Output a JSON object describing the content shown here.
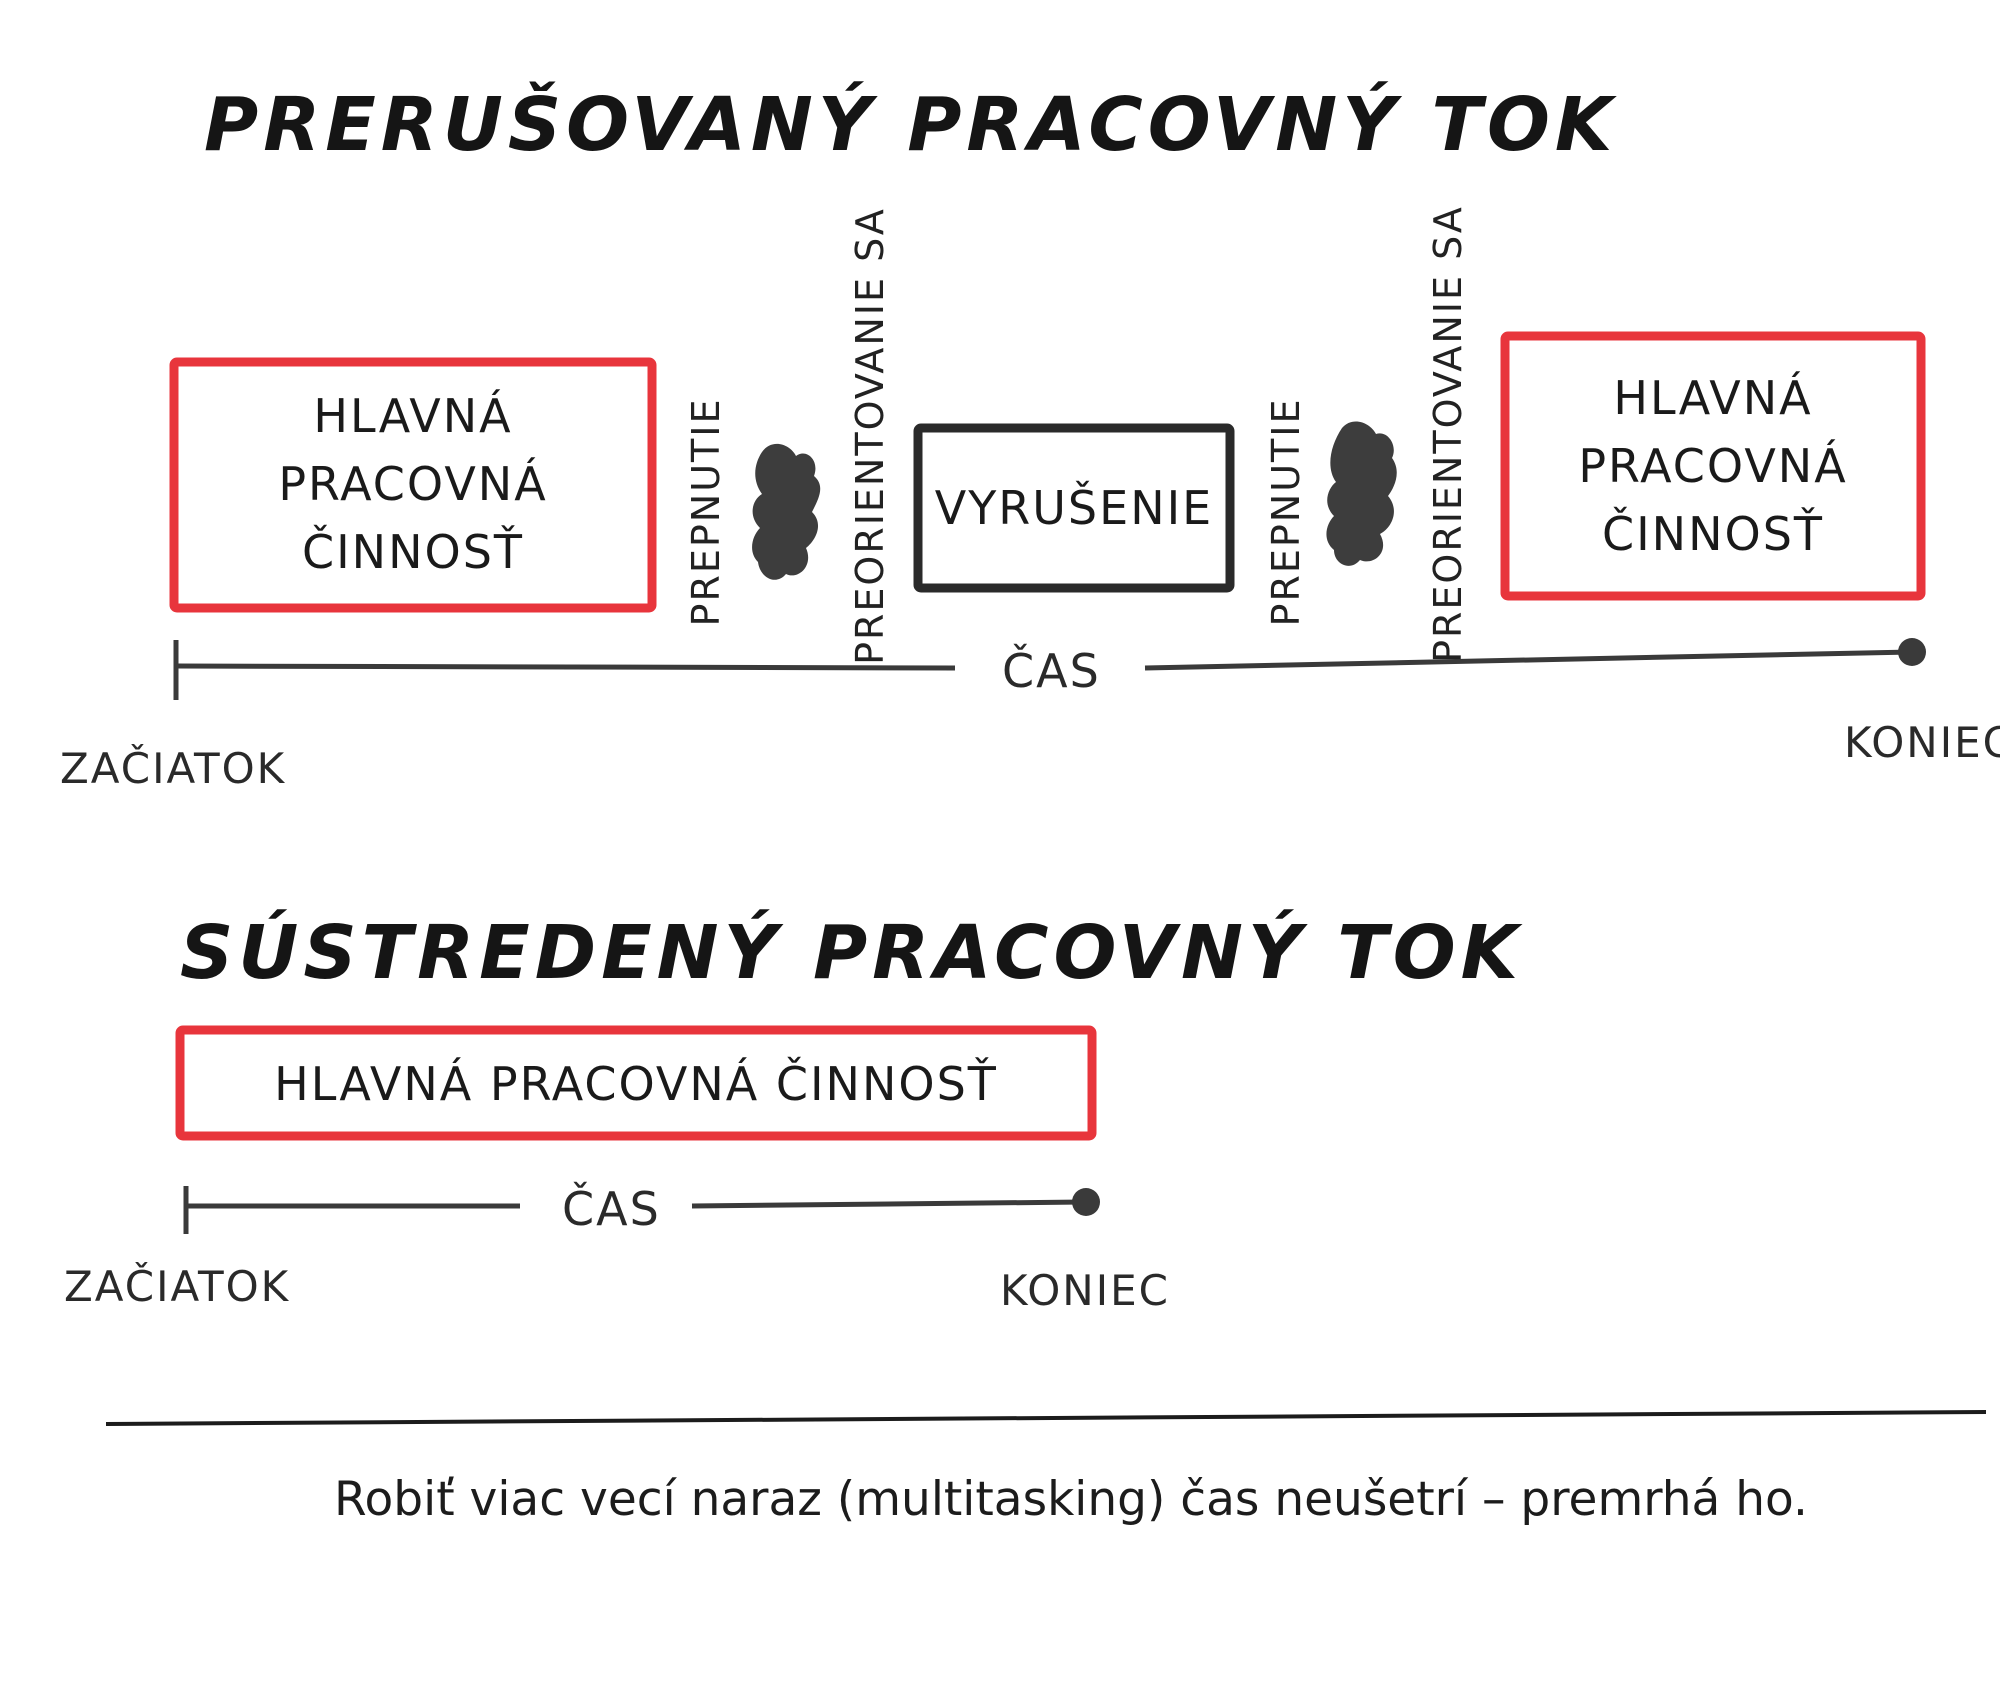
{
  "interrupted": {
    "title": "PRERUŠOVANÝ PRACOVNÝ TOK",
    "main_task_left": [
      "HLAVNÁ",
      "PRACOVNÁ",
      "ČINNOSŤ"
    ],
    "switch_1": "PREPNUTIE",
    "reorient_1": "PREORIENTOVANIE SA",
    "interruption": "VYRUŠENIE",
    "switch_2": "PREPNUTIE",
    "reorient_2": "PREORIENTOVANIE SA",
    "main_task_right": [
      "HLAVNÁ",
      "PRACOVNÁ",
      "ČINNOSŤ"
    ],
    "time_label": "ČAS",
    "start_label": "ZAČIATOK",
    "end_label": "KONIEC"
  },
  "focused": {
    "title": "SÚSTREDENÝ PRACOVNÝ TOK",
    "main_task": "HLAVNÁ PRACOVNÁ ČINNOSŤ",
    "time_label": "ČAS",
    "start_label": "ZAČIATOK",
    "end_label": "KONIEC"
  },
  "caption": "Robiť viac vecí naraz (multitasking) čas neušetrí – premrhá ho.",
  "colors": {
    "task_border": "#e8353c",
    "interruption_border": "#2a2a2a",
    "timeline": "#3a3a3a",
    "blob": "#3d3d3d"
  }
}
